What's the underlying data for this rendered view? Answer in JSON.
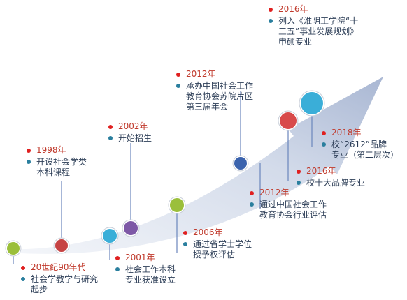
{
  "milestones": [
    {
      "year": "20世纪90年代",
      "text": "社会学教学与研究\n起步",
      "color": "#9bbf3b"
    },
    {
      "year": "1998年",
      "text": "开设社会学类\n本科课程",
      "color": "#c64343"
    },
    {
      "year": "2001年",
      "text": "社会工作本科\n专业获准设立",
      "color": "#3aaed8"
    },
    {
      "year": "2002年",
      "text": "开始招生",
      "color": "#7d58a6"
    },
    {
      "year": "2006年",
      "text": "通过省学士学位\n授予权评估",
      "color": "#9bbf3b"
    },
    {
      "year": "2012年",
      "text": "承办中国社会工作\n教育协会苏皖片区\n第三届年会",
      "color": "#3b63ad"
    },
    {
      "year": "2012年",
      "text": "通过中国社会工作\n教育协会行业评估",
      "color": "#3b63ad"
    },
    {
      "year": "2016年",
      "text": "列入《淮阴工学院“十\n三五”事业发展规划》\n申硕专业",
      "color": "#d84a4a"
    },
    {
      "year": "2016年",
      "text": "校十大品牌专业",
      "color": "#d84a4a"
    },
    {
      "year": "2018年",
      "text": "校“2612”品牌\n专业（第二层次）",
      "color": "#3aaed8"
    }
  ]
}
